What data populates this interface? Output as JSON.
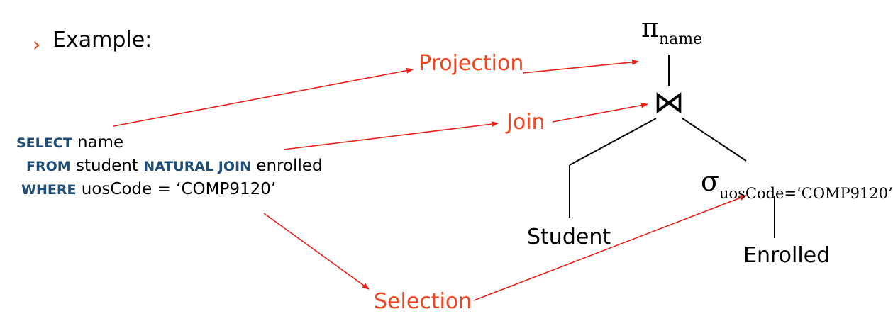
{
  "header": {
    "bullet": "›",
    "example_label": "Example:"
  },
  "sql": {
    "line1": {
      "keyword1": "SELECT",
      "text1": " name"
    },
    "line2": {
      "keyword1": "FROM",
      "text1": " student ",
      "keyword2": "NATURAL JOIN",
      "text2": " enrolled"
    },
    "line3": {
      "keyword1": "WHERE",
      "text1": " uosCode = ‘COMP9120’"
    }
  },
  "labels": {
    "projection": "Projection",
    "join": "Join",
    "selection": "Selection"
  },
  "tree": {
    "projection_symbol": "π",
    "projection_subscript": "name",
    "join_symbol": "⋈",
    "selection_symbol": "σ",
    "selection_subscript": "uosCode=‘COMP9120’",
    "left_leaf": "Student",
    "right_leaf": "Enrolled"
  },
  "colors": {
    "arrow": "#e8221b",
    "label": "#f0431e",
    "keyword": "#1f4e79",
    "tree_line": "#000000"
  }
}
